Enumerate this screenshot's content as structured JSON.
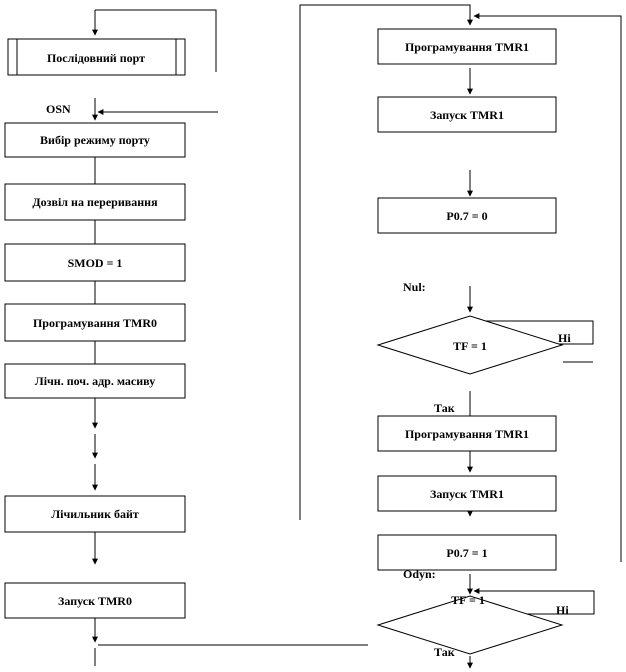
{
  "left_column": {
    "serial_port": "Послідовний порт",
    "label_osn": "OSN",
    "mode_select": "Вибір режиму порту",
    "interrupt_enable": "Дозвіл на переривання",
    "smod": "SMOD = 1",
    "program_tmr0": "Програмування TMR0",
    "array_address": "Лічн. поч. адр. масиву",
    "byte_counter": "Лічильник байт",
    "start_tmr0": "Запуск TMR0"
  },
  "right_column": {
    "program_tmr1_a": "Програмування TMR1",
    "start_tmr1_a": "Запуск TMR1",
    "p07_zero": "P0.7 = 0",
    "label_nul": "Nul:",
    "tf_check_a": "TF = 1",
    "no_a": "Ні",
    "yes_a": "Так",
    "program_tmr1_b": "Програмування TMR1",
    "start_tmr1_b": "Запуск TMR1",
    "p07_one": "P0.7 = 1",
    "label_odyn": "Odyn:",
    "tf_check_b": "TF = 1",
    "no_b": "Ні",
    "yes_b": "Так"
  }
}
